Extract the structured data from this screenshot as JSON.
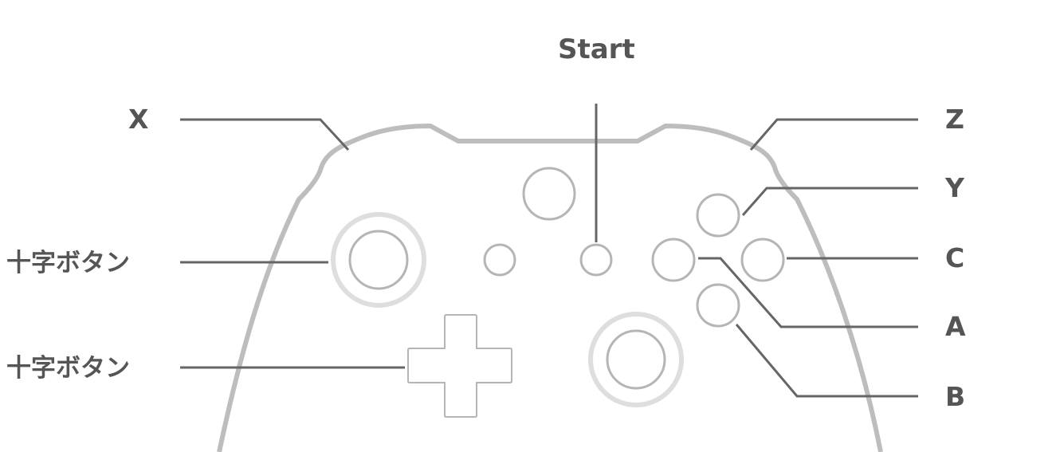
{
  "labels": {
    "start": "Start",
    "x": "X",
    "z": "Z",
    "y": "Y",
    "c": "C",
    "a": "A",
    "b": "B",
    "left_stick": "十字ボタン",
    "dpad": "十字ボタン"
  },
  "colors": {
    "body_outline": "#bdbdbd",
    "button_outline": "#b5b5b5",
    "stick_ring": "#dedede",
    "leader_line": "#666666",
    "label_text": "#555555"
  }
}
